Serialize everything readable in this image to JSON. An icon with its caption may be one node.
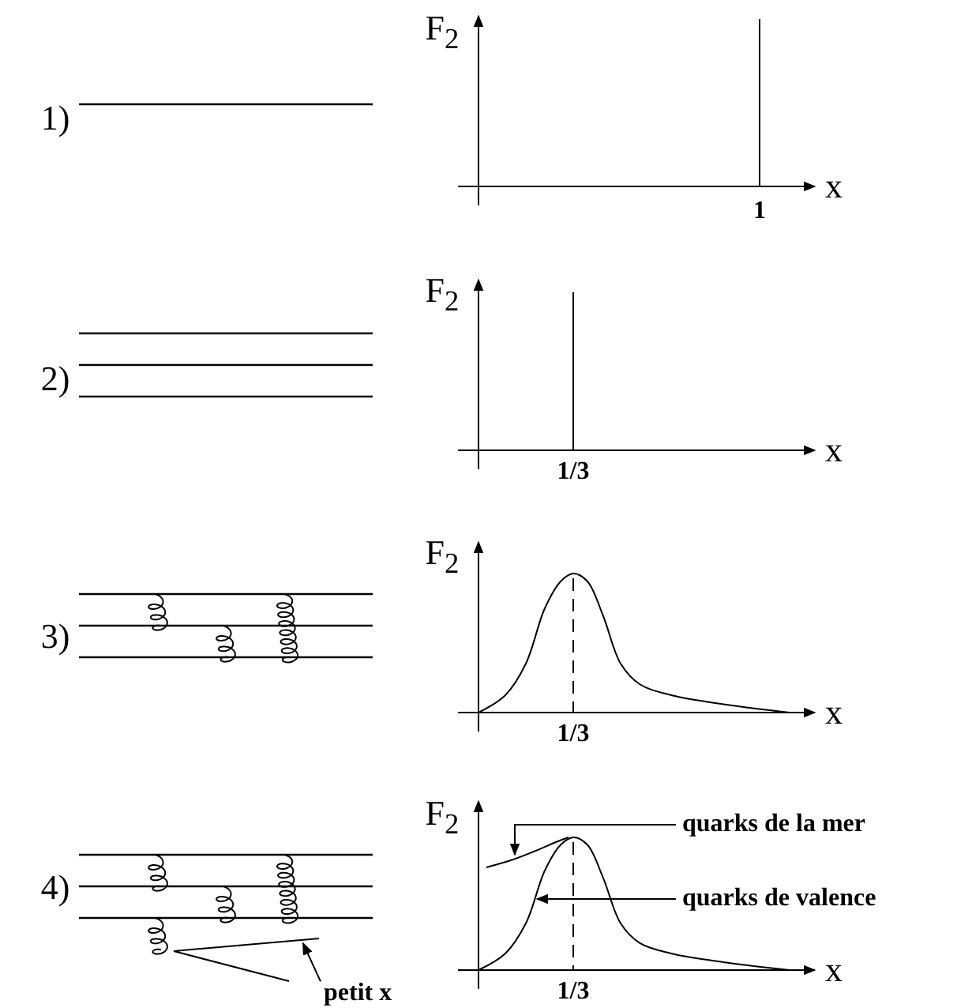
{
  "diagram": {
    "nodes": [
      {
        "text": [
          "quarks de la mer"
        ]
      },
      {
        "text": [
          "quarks de valence"
        ]
      },
      {
        "text": [
          "petit x"
        ]
      },
      {
        "text": [],
        "shape": "line"
      }
    ],
    "edges": [
      {
        "from": 0,
        "to": null,
        "arrow": "to"
      },
      {
        "from": 1,
        "to": null,
        "arrow": "to"
      },
      {
        "from": 2,
        "to": 3,
        "arrow": "to"
      }
    ],
    "labels": [
      "F$_{2}$",
      "1)",
      "x",
      "1",
      "F$_{2}$",
      "2)",
      "x",
      "1/3",
      "F$_{2}$",
      "3)",
      "x",
      "1/3",
      "F$_{2}$",
      "4)",
      "x",
      "1/3"
    ]
  }
}
